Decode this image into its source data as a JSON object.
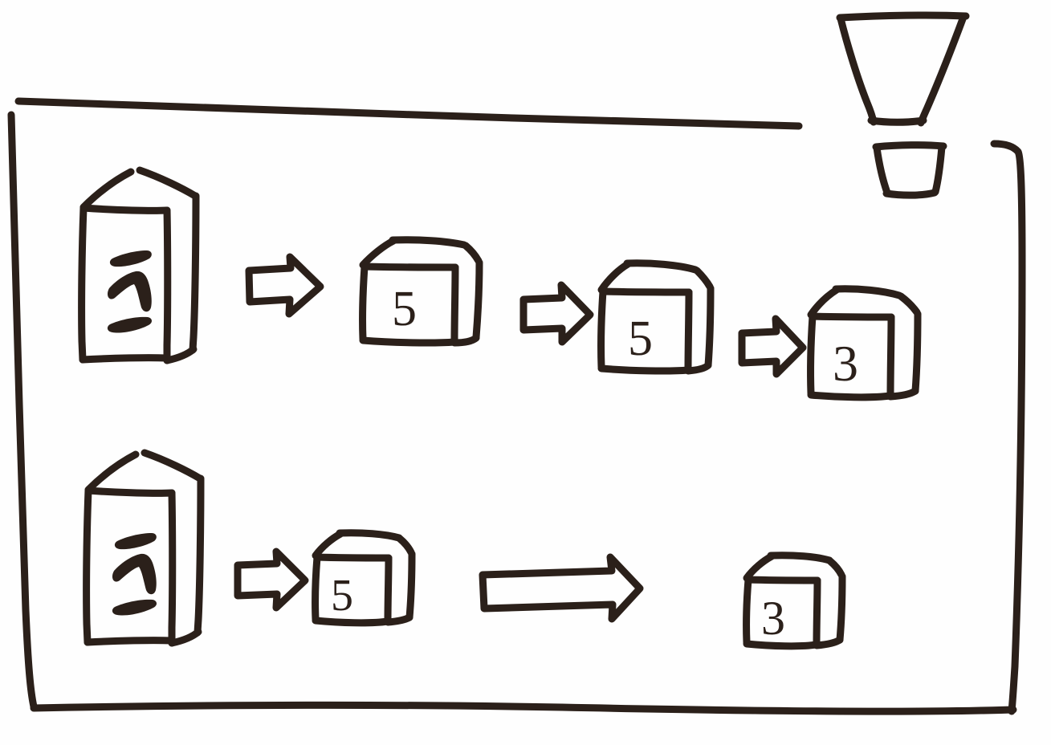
{
  "document": {
    "title": "Hand-drawn process sketch",
    "style": "whiteboard marker sketch",
    "background_color": "#fefefe",
    "ink_color": "#2b201a"
  },
  "frame": {
    "name": "sketch-frame",
    "description": "hand-drawn open rectangle border around the diagram",
    "top_edge_label": "",
    "bottom_edge_label": "",
    "left_edge_label": "",
    "right_edge_label": ""
  },
  "funnel_group": {
    "name": "funnel-and-container",
    "funnel_label": "",
    "container_label": "",
    "description": "trapezoid funnel above a small open square container, drawn outside the frame at top right"
  },
  "rows": [
    {
      "id": "row-top",
      "label": "",
      "items": [
        {
          "kind": "tall-box",
          "label": "",
          "face_marks": "dash-caret-dash"
        },
        {
          "kind": "arrow",
          "label": "",
          "arrow_style": "short-hollow-block"
        },
        {
          "kind": "cube",
          "label": "5"
        },
        {
          "kind": "arrow",
          "label": "",
          "arrow_style": "short-hollow-block"
        },
        {
          "kind": "cube",
          "label": "5"
        },
        {
          "kind": "arrow",
          "label": "",
          "arrow_style": "short-hollow-block"
        },
        {
          "kind": "cube",
          "label": "3"
        }
      ]
    },
    {
      "id": "row-bottom",
      "label": "",
      "items": [
        {
          "kind": "tall-box",
          "label": "",
          "face_marks": "dash-caret-dash"
        },
        {
          "kind": "arrow",
          "label": "",
          "arrow_style": "short-hollow-block"
        },
        {
          "kind": "cube",
          "label": "5"
        },
        {
          "kind": "arrow",
          "label": "",
          "arrow_style": "long-hollow-block"
        },
        {
          "kind": "cube",
          "label": "3"
        }
      ]
    }
  ],
  "cube_labels": {
    "top_row": [
      "5",
      "5",
      "3"
    ],
    "bottom_row": [
      "5",
      "3"
    ]
  }
}
